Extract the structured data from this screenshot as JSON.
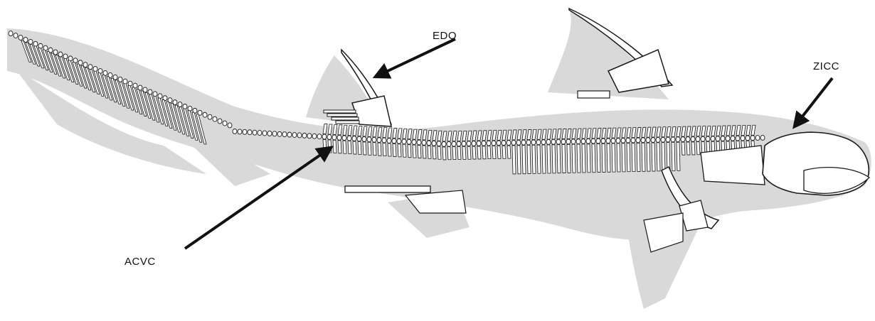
{
  "diagram": {
    "labels": {
      "edo": "EDO",
      "zicc": "ZICC",
      "acvc": "ACVC"
    },
    "colors": {
      "body_fill": "#d9d9d9",
      "bone_fill": "#ffffff",
      "outline": "#1a1a1a",
      "arrow": "#111111"
    }
  }
}
